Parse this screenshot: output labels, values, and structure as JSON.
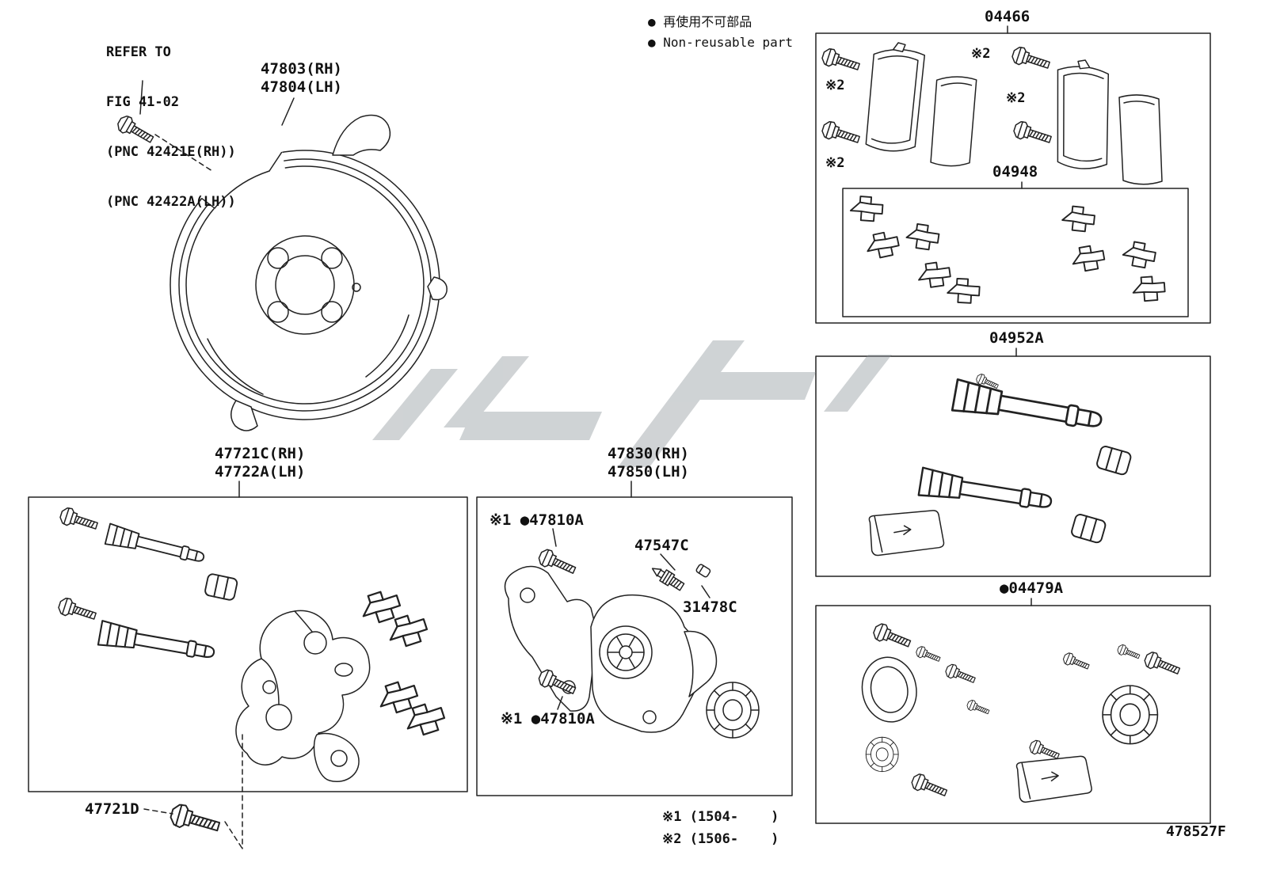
{
  "doc": {
    "code": "478527F"
  },
  "legend": {
    "non_reusable_jp": "● 再使用不可部品",
    "non_reusable_en": "● Non-reusable part"
  },
  "refer_note": {
    "line1": "REFER TO",
    "line2": "FIG 41-02",
    "line3": "(PNC 42421E(RH))",
    "line4": "(PNC 42422A(LH))"
  },
  "footnotes": {
    "note1": "※1 (1504-    )",
    "note2": "※2 (1506-    )"
  },
  "marks": {
    "m2": "※2"
  },
  "parts": {
    "dust_cover_rh": "47803(RH)",
    "dust_cover_lh": "47804(LH)",
    "pad_kit": "04466",
    "fitting_kit": "04948",
    "pin_kit": "04952A",
    "seal_kit": "●04479A",
    "bracket_rh": "47721C(RH)",
    "bracket_lh": "47722A(LH)",
    "bracket_bolt": "47721D",
    "caliper_rh": "47830(RH)",
    "caliper_lh": "47850(LH)",
    "bleeder_plug": "47547C",
    "bleeder_cap": "31478C",
    "pin_bolt": "※1 ●47810A"
  }
}
